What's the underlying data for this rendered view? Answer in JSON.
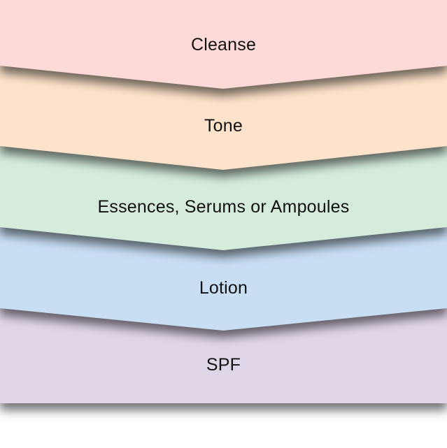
{
  "steps": [
    {
      "label": "Cleanse",
      "color": "#fddad7"
    },
    {
      "label": "Tone",
      "color": "#fde3cb"
    },
    {
      "label": "Essences, Serums or Ampoules",
      "color": "#d6ecdb"
    },
    {
      "label": "Lotion",
      "color": "#c8def3"
    },
    {
      "label": "SPF",
      "color": "#e1d5e8"
    }
  ]
}
